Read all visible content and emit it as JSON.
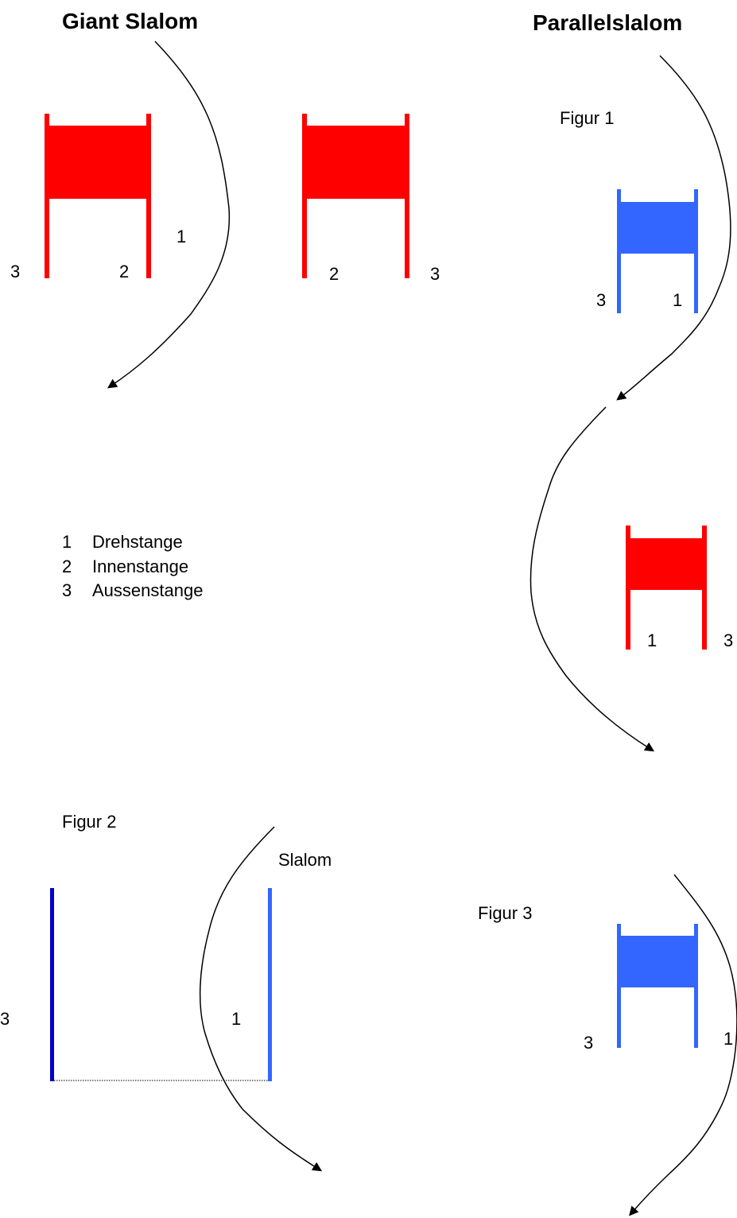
{
  "titles": {
    "giant_slalom": "Giant Slalom",
    "parallel_slalom": "Parallelslalom"
  },
  "figure_labels": {
    "fig1": "Figur 1",
    "fig2": "Figur 2",
    "fig3": "Figur 3",
    "slalom": "Slalom"
  },
  "pole_numbers": {
    "gs_gate1_outer": "3",
    "gs_gate1_inner": "2",
    "gs_turn": "1",
    "gs_gate2_inner": "2",
    "gs_gate2_outer": "3",
    "fig1_gate_outer": "3",
    "fig1_gate_turn": "1",
    "fig1_red_turn": "1",
    "fig1_red_outer": "3",
    "fig2_outer": "3",
    "fig2_turn": "1",
    "fig3_outer": "3",
    "fig3_turn": "1"
  },
  "legend": [
    {
      "num": "1",
      "text": "Drehstange"
    },
    {
      "num": "2",
      "text": "Innenstange"
    },
    {
      "num": "3",
      "text": "Aussenstange"
    }
  ],
  "colors": {
    "red_gate": "#ff0000",
    "blue_gate": "#3366ff",
    "dark_blue_pole": "#0000cc",
    "line": "#000000"
  }
}
